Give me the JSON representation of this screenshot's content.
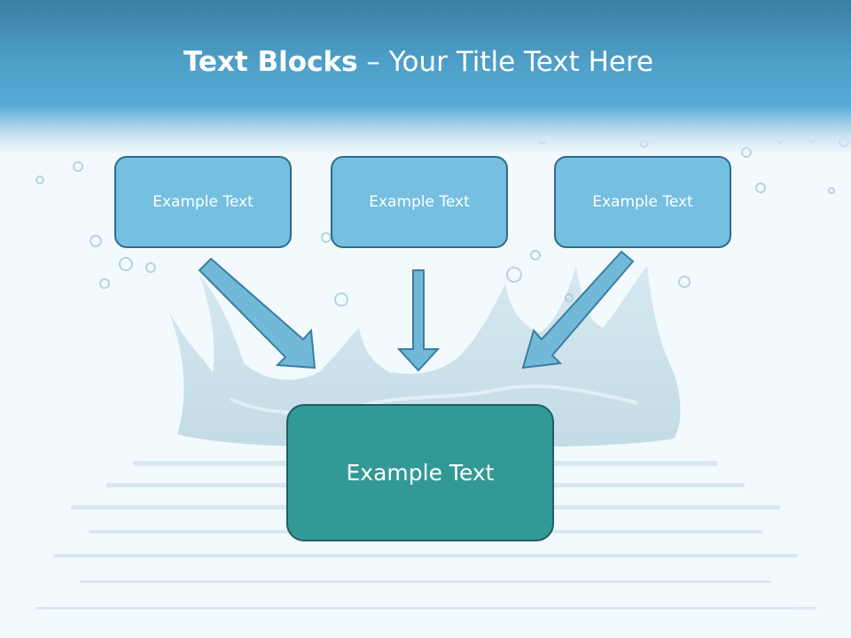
{
  "slide": {
    "title_bold": "Text Blocks",
    "title_dash": "–",
    "title_rest": "Your Title Text Here"
  },
  "boxes": {
    "left": "Example Text",
    "center": "Example Text",
    "right": "Example Text",
    "bottom": "Example Text"
  },
  "colors": {
    "header": "#4e9fc8",
    "top_box_fill": "#75bfe0",
    "top_box_border": "#2d6c8e",
    "bottom_box_fill": "#339996",
    "arrow_fill": "#72b8d9",
    "arrow_stroke": "#3a7ea3"
  },
  "icons": {
    "background": "water-splash-background"
  }
}
